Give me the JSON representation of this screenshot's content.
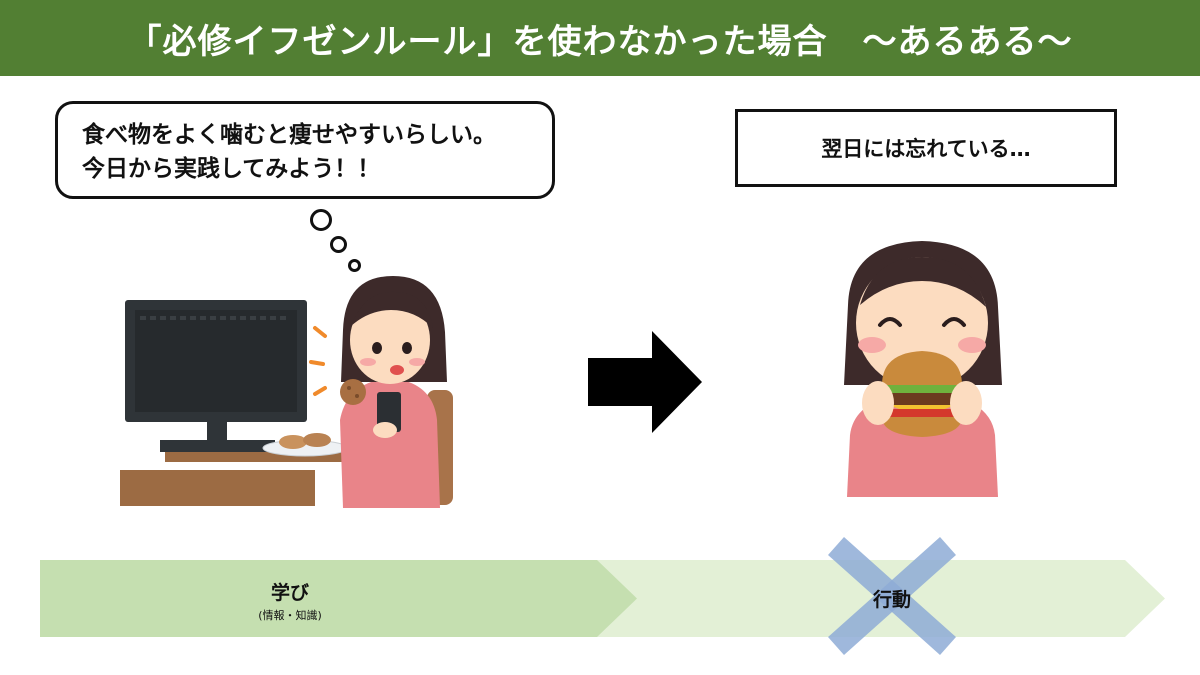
{
  "slide": {
    "title": "「必修イフゼンルール」を使わなかった場合　～あるある～"
  },
  "speech_bubble": {
    "line1": "食べ物をよく噛むと痩せやすいらしい。",
    "line2": "今日から実践してみよう！！"
  },
  "note_box": {
    "text": "翌日には忘れている…"
  },
  "process": {
    "learning_label": "学び",
    "learning_sub": "(情報・知識)",
    "action_label": "行動",
    "action_status": "crossed-out"
  },
  "colors": {
    "title_bg": "#527f33",
    "chevron_learning": "#c5dfb0",
    "chevron_action": "#e3f0d6",
    "cross": "#8eacd6"
  }
}
